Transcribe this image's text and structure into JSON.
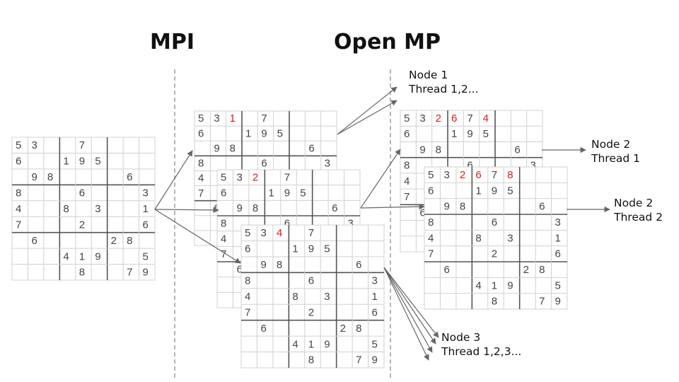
{
  "headings": {
    "mpi": "MPI",
    "openmp": "Open MP"
  },
  "colors": {
    "given_digit": "#444444",
    "filled_digit": "#e0191b",
    "grid_thin": "#d0d0d0",
    "grid_thick": "#555555",
    "arrow": "#666666",
    "divider": "#b5b5b5"
  },
  "puzzle": [
    [
      "5",
      "3",
      "",
      "",
      "7",
      "",
      "",
      "",
      ""
    ],
    [
      "6",
      "",
      "",
      "1",
      "9",
      "5",
      "",
      "",
      ""
    ],
    [
      "",
      "9",
      "8",
      "",
      "",
      "",
      "",
      "6",
      ""
    ],
    [
      "8",
      "",
      "",
      "",
      "6",
      "",
      "",
      "",
      "3"
    ],
    [
      "4",
      "",
      "",
      "8",
      "",
      "3",
      "",
      "",
      "1"
    ],
    [
      "7",
      "",
      "",
      "",
      "2",
      "",
      "",
      "",
      "6"
    ],
    [
      "",
      "6",
      "",
      "",
      "",
      "",
      "2",
      "8",
      ""
    ],
    [
      "",
      "",
      "",
      "4",
      "1",
      "9",
      "",
      "",
      "5"
    ],
    [
      "",
      "",
      "",
      "",
      "8",
      "",
      "",
      "7",
      "9"
    ]
  ],
  "boards": [
    {
      "id": "original",
      "fills": []
    },
    {
      "id": "mpi-node-1",
      "fills": [
        {
          "row": 0,
          "col": 2,
          "value": "1"
        }
      ]
    },
    {
      "id": "mpi-node-2",
      "fills": [
        {
          "row": 0,
          "col": 2,
          "value": "2"
        }
      ]
    },
    {
      "id": "mpi-node-3",
      "fills": [
        {
          "row": 0,
          "col": 2,
          "value": "4"
        }
      ]
    },
    {
      "id": "omp-node-1",
      "fills": [
        {
          "row": 0,
          "col": 2,
          "value": "2"
        },
        {
          "row": 0,
          "col": 3,
          "value": "6"
        },
        {
          "row": 0,
          "col": 5,
          "value": "4"
        }
      ]
    },
    {
      "id": "omp-node-2",
      "fills": [
        {
          "row": 0,
          "col": 2,
          "value": "2"
        },
        {
          "row": 0,
          "col": 3,
          "value": "6"
        },
        {
          "row": 0,
          "col": 5,
          "value": "8"
        }
      ]
    }
  ],
  "labels": {
    "node1": {
      "line1": "Node 1",
      "line2": "Thread 1,2..."
    },
    "node2a": {
      "line1": "Node 2",
      "line2": "Thread 1"
    },
    "node2b": {
      "line1": "Node 2",
      "line2": "Thread 2"
    },
    "node3": {
      "line1": "Node 3",
      "line2": "Thread 1,2,3..."
    }
  }
}
